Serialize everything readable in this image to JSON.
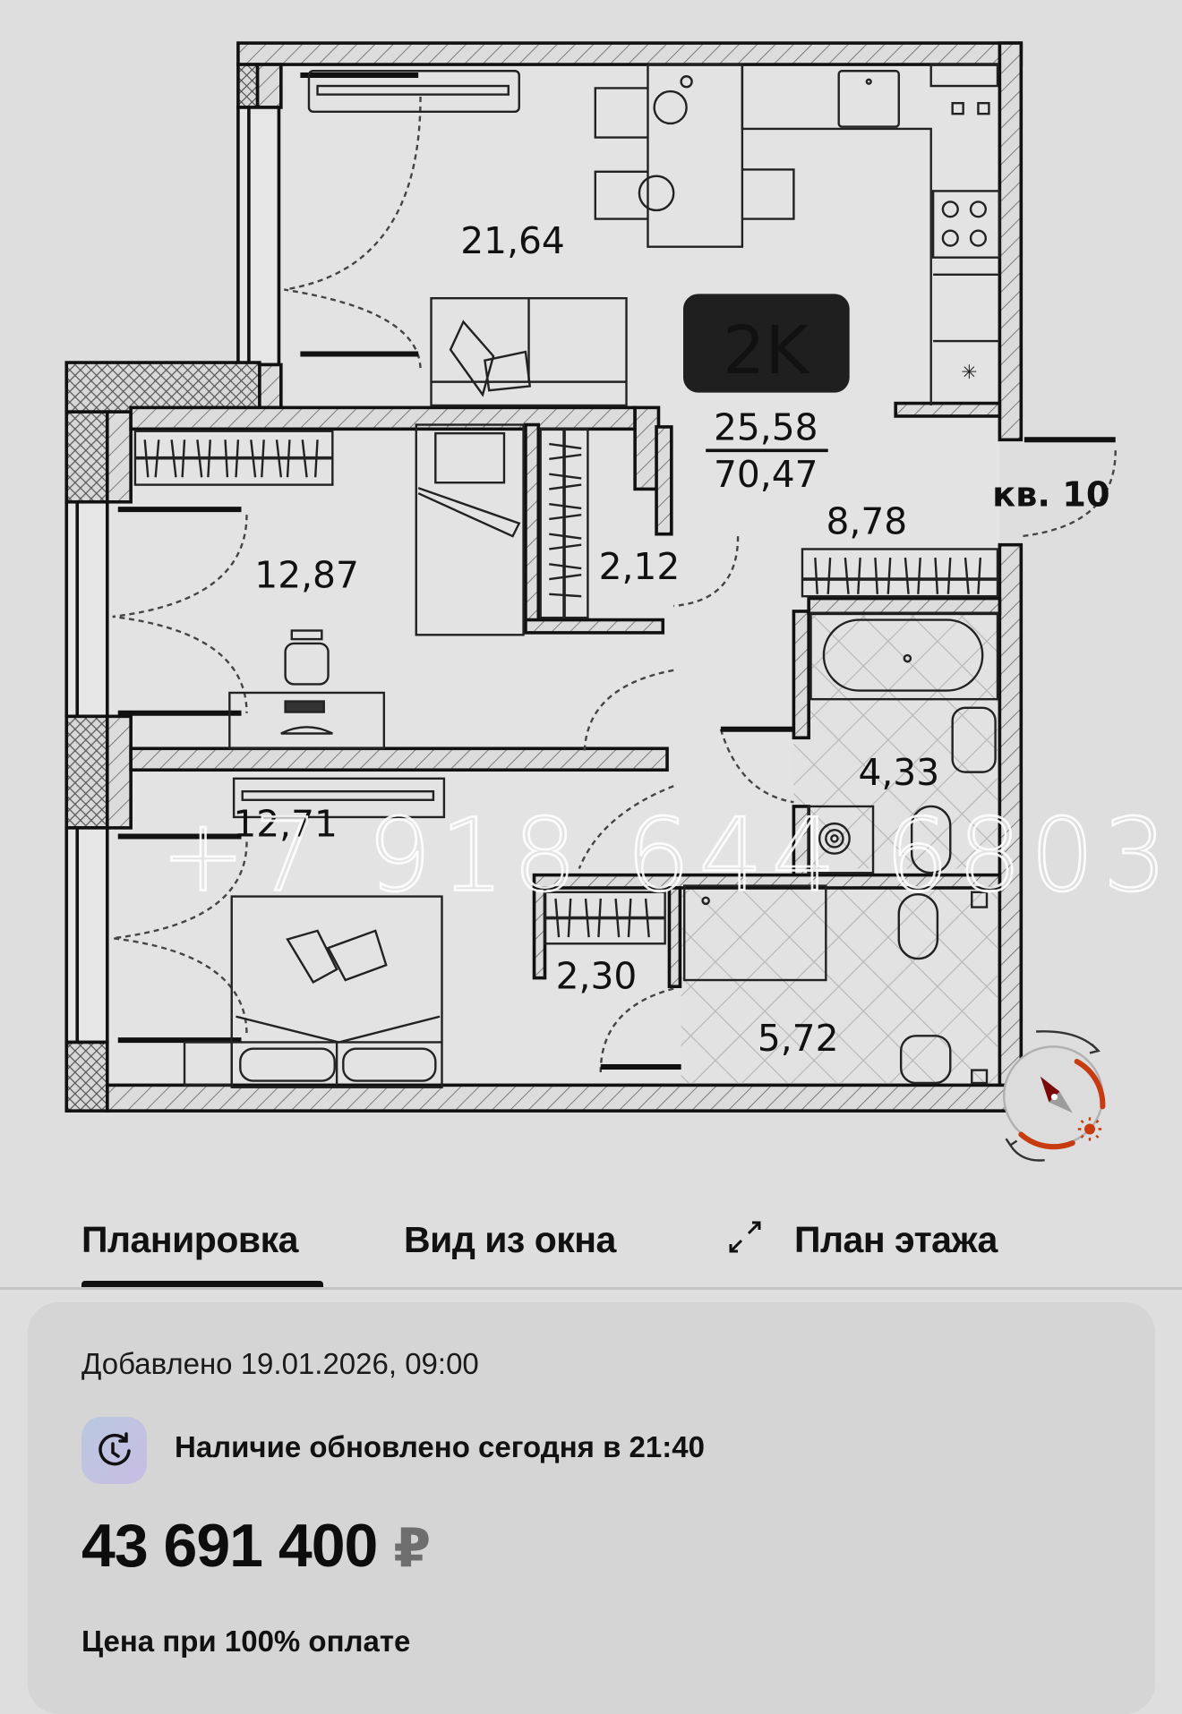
{
  "plan": {
    "room_type_badge": "2K",
    "living_area": "25,58",
    "total_area": "70,47",
    "apartment_label": "кв. 10",
    "rooms": [
      {
        "name": "kitchen-living",
        "area": "21,64"
      },
      {
        "name": "bedroom-1",
        "area": "12,87"
      },
      {
        "name": "wardrobe-1",
        "area": "2,12"
      },
      {
        "name": "hallway",
        "area": "8,78"
      },
      {
        "name": "bathroom-1",
        "area": "4,33"
      },
      {
        "name": "bedroom-2",
        "area": "12,71"
      },
      {
        "name": "wardrobe-2",
        "area": "2,30"
      },
      {
        "name": "bathroom-2",
        "area": "5,72"
      }
    ],
    "watermark": "+7 918 644 6803",
    "compass": {
      "needle_color": "#7a0a0a",
      "arc_color": "#c83a10"
    }
  },
  "tabs": [
    {
      "label": "Планировка",
      "active": true
    },
    {
      "label": "Вид из окна",
      "active": false
    },
    {
      "label": "План этажа",
      "active": false,
      "icon": "expand-icon"
    }
  ],
  "info": {
    "added": "Добавлено 19.01.2026, 09:00",
    "availability": "Наличие обновлено сегодня в 21:40",
    "availability_icon": "clock-refresh-icon",
    "price": "43 691 400",
    "currency": "₽",
    "price_note": "Цена при 100% оплате"
  },
  "colors": {
    "background": "#dedede",
    "card": "#d5d5d5",
    "badge_bg": "#1f1f1f",
    "badge_text": "#ffffff"
  }
}
